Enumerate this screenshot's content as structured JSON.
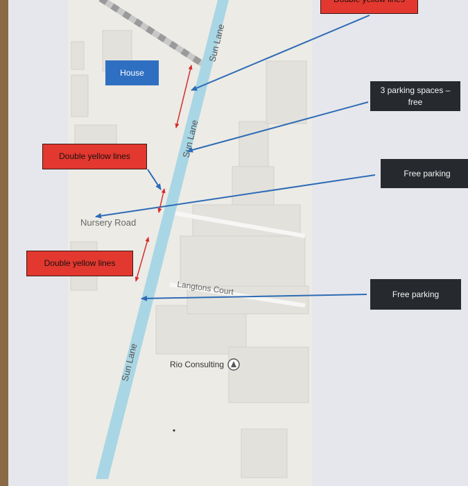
{
  "map": {
    "roads": {
      "main": "Sun Lane",
      "side_1": "Nursery Road",
      "side_2": "Langtons Court"
    },
    "poi": {
      "name": "Rio Consulting",
      "icon": "location-pin-icon"
    },
    "house_label": "House"
  },
  "annotations": {
    "top_red": "Double yellow lines",
    "parking_3": "3 parking spaces – free",
    "dyl_1": "Double yellow lines",
    "free_1": "Free parking",
    "dyl_2": "Double yellow lines",
    "free_2": "Free parking"
  },
  "colors": {
    "red_label": "#e2382f",
    "dark_label": "#26292e",
    "house_label": "#2f6fc2",
    "arrow_blue": "#2d6bb5",
    "arrow_red": "#d52b2b",
    "road": "#a9d6e4"
  }
}
